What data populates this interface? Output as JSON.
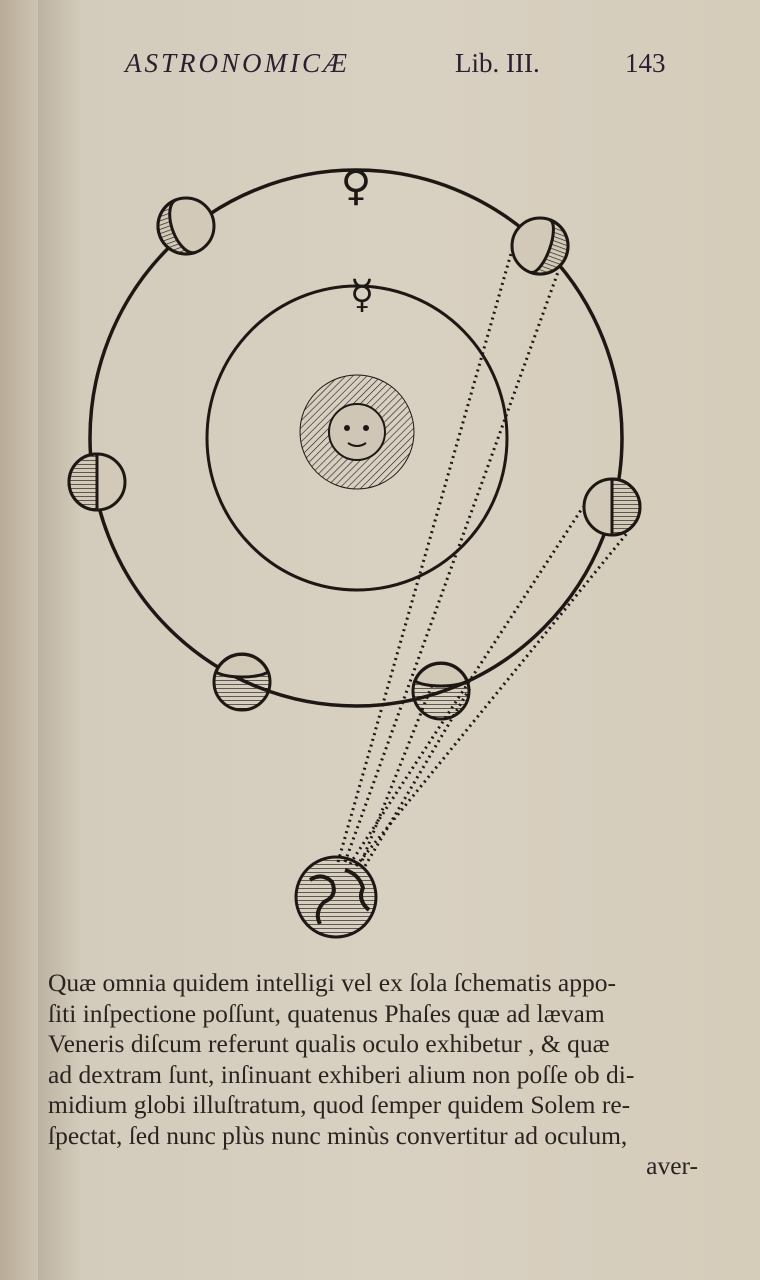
{
  "header": {
    "running_title": "ASTRONOMICÆ",
    "book": "Lib. III.",
    "page_number": "143"
  },
  "diagram": {
    "venus_symbol": "♀",
    "mercury_symbol": "☿",
    "ink_color": "#1e1814"
  },
  "body_lines": [
    "Quæ omnia quidem intelligi vel  ex ſola ſchematis appo-",
    "ſiti inſpectione poſſunt,  quatenus Phaſes quæ ad  lævam",
    "Veneris diſcum  referunt qualis oculo exhibetur ,  & quæ",
    "ad dextram ſunt,  inſinuant exhiberi alium non poſſe ob di-",
    "midium globi illuſtratum,  quod ſemper quidem Solem re-",
    "ſpectat,  ſed nunc  plùs nunc minùs convertitur ad oculum,",
    "aver-"
  ]
}
